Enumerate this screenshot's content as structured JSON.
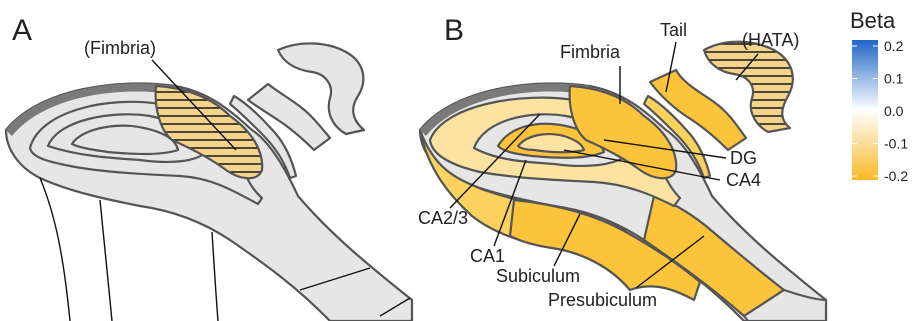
{
  "panels": {
    "a": {
      "letter": "A",
      "label_fimbria": "(Fimbria)"
    },
    "b": {
      "letter": "B",
      "labels": {
        "fimbria": "Fimbria",
        "tail": "Tail",
        "hata": "(HATA)",
        "dg": "DG",
        "ca4": "CA4",
        "ca23": "CA2/3",
        "ca1": "CA1",
        "subiculum": "Subiculum",
        "presubiculum": "Presubiculum"
      }
    }
  },
  "legend": {
    "title": "Beta",
    "ticks": [
      "0.2",
      "0.1",
      "0.0",
      "-0.1",
      "-0.2"
    ],
    "colors": {
      "high": "#2166c6",
      "mid": "#ffffff",
      "low": "#f7b928"
    }
  },
  "colors": {
    "gray_region": "#e6e6e6",
    "outline": "#555555",
    "top_band": "#7a7a7a",
    "hatch": "#f3d48a",
    "orange_strong": "#fbc43a",
    "orange_mid": "#fcd25e",
    "orange_light": "#fde3a2"
  }
}
